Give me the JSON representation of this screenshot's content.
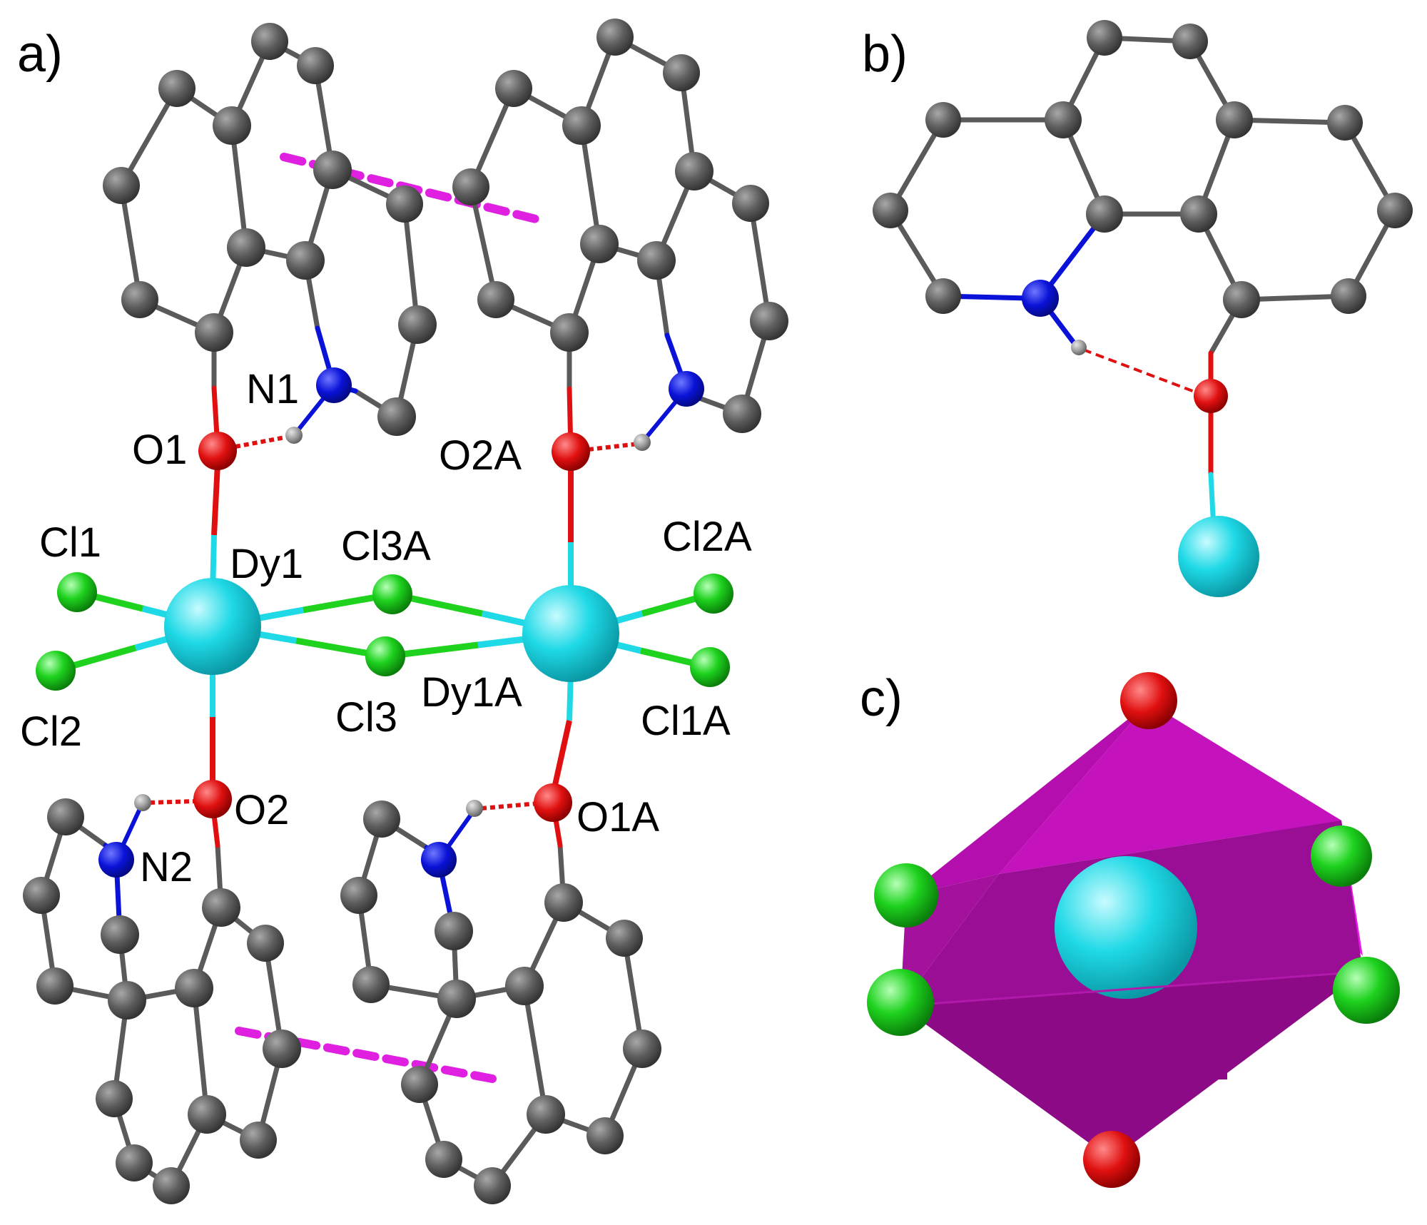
{
  "panels": {
    "a": "a)",
    "b": "b)",
    "c": "c)"
  },
  "atom_labels": {
    "N1": "N1",
    "O1": "O1",
    "O2A": "O2A",
    "Cl1": "Cl1",
    "Dy1": "Dy1",
    "Cl3A": "Cl3A",
    "Cl2A": "Cl2A",
    "Cl2": "Cl2",
    "Cl3": "Cl3",
    "Dy1A": "Dy1A",
    "Cl1A": "Cl1A",
    "O2": "O2",
    "O1A": "O1A",
    "N2": "N2"
  },
  "colors": {
    "carbon": "#5a5a5a",
    "nitrogen": "#0a12d8",
    "oxygen": "#e01010",
    "hydrogen": "#9a9a9a",
    "dysprosium": "#1fd9e6",
    "chlorine": "#1ed21e",
    "pi_stacking": "#e020e0",
    "polyhedron": "#a0109a"
  }
}
